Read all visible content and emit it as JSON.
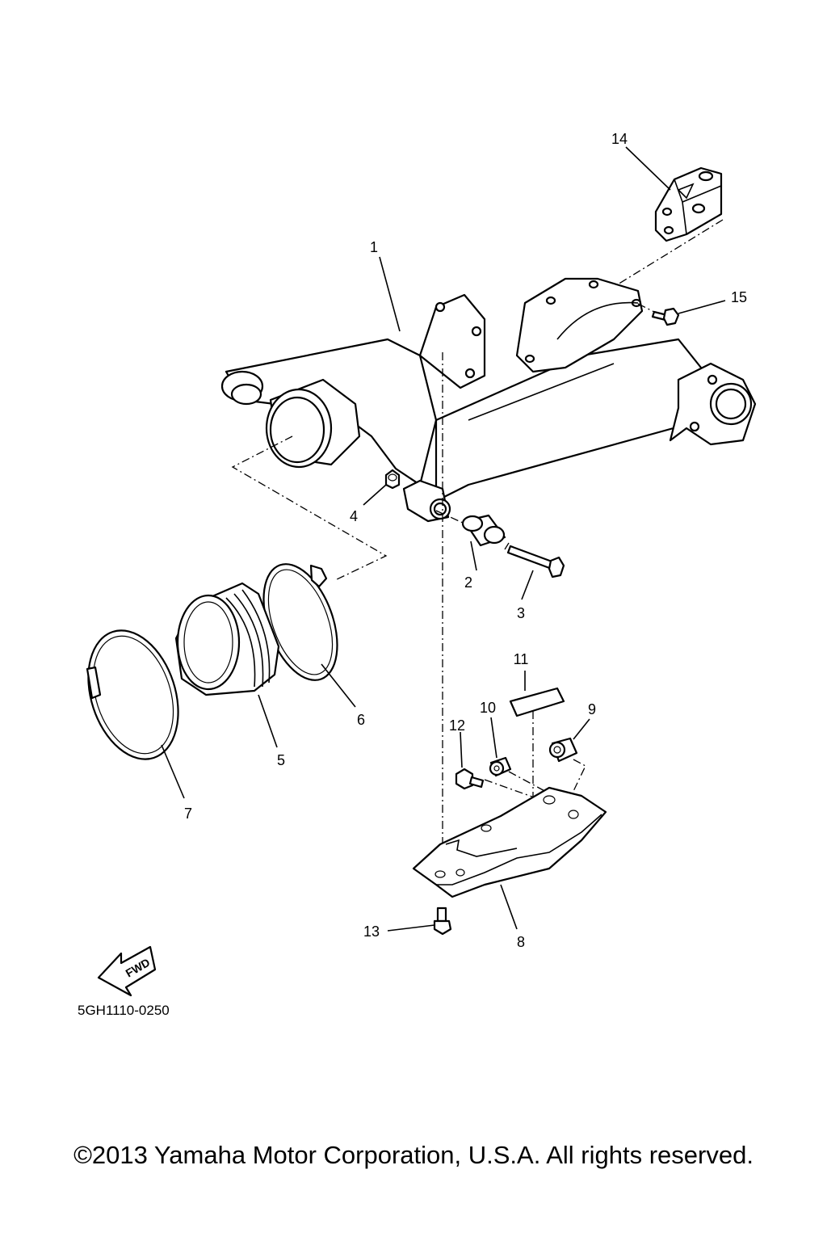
{
  "callouts": [
    {
      "id": "1",
      "label": "1"
    },
    {
      "id": "2",
      "label": "2"
    },
    {
      "id": "3",
      "label": "3"
    },
    {
      "id": "4",
      "label": "4"
    },
    {
      "id": "5",
      "label": "5"
    },
    {
      "id": "6",
      "label": "6"
    },
    {
      "id": "7",
      "label": "7"
    },
    {
      "id": "8",
      "label": "8"
    },
    {
      "id": "9",
      "label": "9"
    },
    {
      "id": "10",
      "label": "10"
    },
    {
      "id": "11",
      "label": "11"
    },
    {
      "id": "12",
      "label": "12"
    },
    {
      "id": "13",
      "label": "13"
    },
    {
      "id": "14",
      "label": "14"
    },
    {
      "id": "15",
      "label": "15"
    }
  ],
  "fwd_label": "FWD",
  "diagram_code": "5GH1110-0250",
  "copyright": "©2013 Yamaha Motor Corporation, U.S.A. All rights reserved."
}
